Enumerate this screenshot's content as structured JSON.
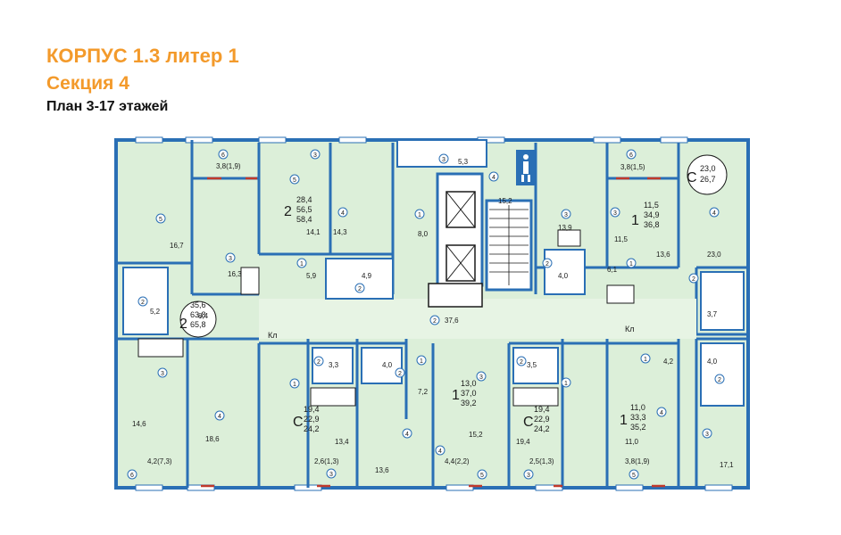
{
  "header": {
    "building": "КОРПУС 1.3 литер 1",
    "section": "Секция 4",
    "plan": "План 3-17 этажей"
  },
  "colors": {
    "accent": "#f39a2b",
    "wall": "#2a6fb5",
    "room": "#dcefd9",
    "text": "#111111"
  },
  "apartments": [
    {
      "id": "apt-top-left",
      "rooms": "2",
      "areas": [
        "28,4",
        "56,5",
        "58,4"
      ]
    },
    {
      "id": "apt-left",
      "rooms": "2",
      "areas": [
        "35,6",
        "63,8",
        "65,8"
      ]
    },
    {
      "id": "apt-top-right-1",
      "rooms": "1",
      "areas": [
        "11,5",
        "34,9",
        "36,8"
      ]
    },
    {
      "id": "apt-top-right-studio",
      "rooms": "С",
      "areas": [
        "23,0",
        "26,7"
      ]
    },
    {
      "id": "apt-bottom-1",
      "rooms": "С",
      "areas": [
        "19,4",
        "22,9",
        "24,2"
      ]
    },
    {
      "id": "apt-bottom-2",
      "rooms": "1",
      "areas": [
        "13,0",
        "37,0",
        "39,2"
      ]
    },
    {
      "id": "apt-bottom-3",
      "rooms": "С",
      "areas": [
        "19,4",
        "22,9",
        "24,2"
      ]
    },
    {
      "id": "apt-bottom-right",
      "rooms": "1",
      "areas": [
        "11,0",
        "33,3",
        "35,2"
      ]
    }
  ],
  "room_areas": {
    "r1": "16,7",
    "r2": "3,8(1,9)",
    "r3": "14,1",
    "r4": "14,3",
    "r5": "16,3",
    "r6": "5,9",
    "r7": "4,9",
    "r8": "8,0",
    "r9": "5,3",
    "r10": "15,2",
    "r11": "8,4",
    "r12": "5,2",
    "r13": "37,6",
    "r14": "13,9",
    "r15": "4,0",
    "r16": "6,1",
    "r17": "3,8(1,5)",
    "r18": "11,5",
    "r19": "23,0",
    "r20": "3,7",
    "r21": "14,6",
    "r22": "18,6",
    "r23": "4,2(7,3)",
    "r24": "3,3",
    "r25": "4,0",
    "r26": "13,4",
    "r27": "2,6(1,3)",
    "r28": "13,6",
    "r29": "7,2",
    "r30": "15,2",
    "r31": "4,4(2,2)",
    "r32": "3,5",
    "r33": "19,4",
    "r34": "2,5(1,3)",
    "r35": "4,2",
    "r36": "4,0",
    "r37": "11,0",
    "r38": "3,8(1,9)",
    "r39": "17,1",
    "r40": "13,6"
  },
  "corridor_labels": {
    "kl_left": "Кл",
    "kl_right": "Кл"
  },
  "room_markers": [
    "1",
    "2",
    "3",
    "4",
    "5",
    "6"
  ]
}
